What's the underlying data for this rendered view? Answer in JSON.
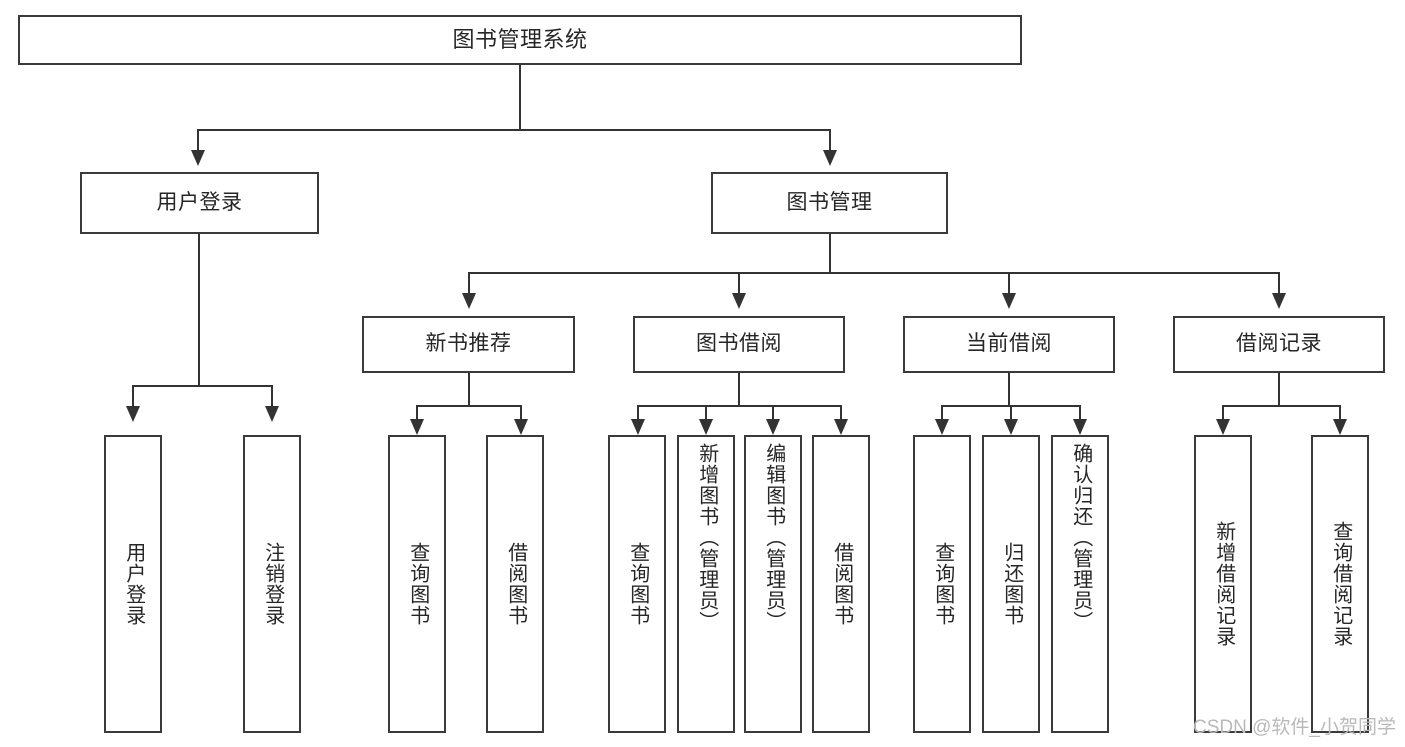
{
  "diagram": {
    "type": "tree-hierarchy",
    "title": "图书管理系统",
    "root": {
      "id": "root",
      "label": "图书管理系统",
      "orientation": "horizontal"
    },
    "level2": [
      {
        "id": "user-login",
        "label": "用户登录",
        "orientation": "horizontal"
      },
      {
        "id": "book-management",
        "label": "图书管理",
        "orientation": "horizontal"
      }
    ],
    "level3": [
      {
        "id": "new-book-recommend",
        "label": "新书推荐",
        "orientation": "horizontal",
        "parent": "book-management"
      },
      {
        "id": "book-borrow",
        "label": "图书借阅",
        "orientation": "horizontal",
        "parent": "book-management"
      },
      {
        "id": "current-borrow",
        "label": "当前借阅",
        "orientation": "horizontal",
        "parent": "book-management"
      },
      {
        "id": "borrow-record",
        "label": "借阅记录",
        "orientation": "horizontal",
        "parent": "book-management"
      }
    ],
    "leaves": [
      {
        "id": "leaf-user-login",
        "label": "用户登录",
        "parent": "user-login"
      },
      {
        "id": "leaf-user-logout",
        "label": "注销登录",
        "parent": "user-login"
      },
      {
        "id": "leaf-query-book-1",
        "label": "查询图书",
        "parent": "new-book-recommend"
      },
      {
        "id": "leaf-borrow-book-1",
        "label": "借阅图书",
        "parent": "new-book-recommend"
      },
      {
        "id": "leaf-query-book-2",
        "label": "查询图书",
        "parent": "book-borrow"
      },
      {
        "id": "leaf-add-book",
        "label": "新增图书（管理员）",
        "parent": "book-borrow"
      },
      {
        "id": "leaf-edit-book",
        "label": "编辑图书（管理员）",
        "parent": "book-borrow"
      },
      {
        "id": "leaf-borrow-book-2",
        "label": "借阅图书",
        "parent": "book-borrow"
      },
      {
        "id": "leaf-query-book-3",
        "label": "查询图书",
        "parent": "current-borrow"
      },
      {
        "id": "leaf-return-book",
        "label": "归还图书",
        "parent": "current-borrow"
      },
      {
        "id": "leaf-confirm-return",
        "label": "确认归还（管理员）",
        "parent": "current-borrow"
      },
      {
        "id": "leaf-add-record",
        "label": "新增借阅记录",
        "parent": "borrow-record"
      },
      {
        "id": "leaf-query-record",
        "label": "查询借阅记录",
        "parent": "borrow-record"
      }
    ],
    "colors": {
      "stroke": "#3a3a3a",
      "connector": "#333333",
      "text": "#262626",
      "background": "#ffffff",
      "watermark": "#b9b9b9"
    }
  },
  "watermark": {
    "text": "CSDN @软件_小贺同学"
  }
}
